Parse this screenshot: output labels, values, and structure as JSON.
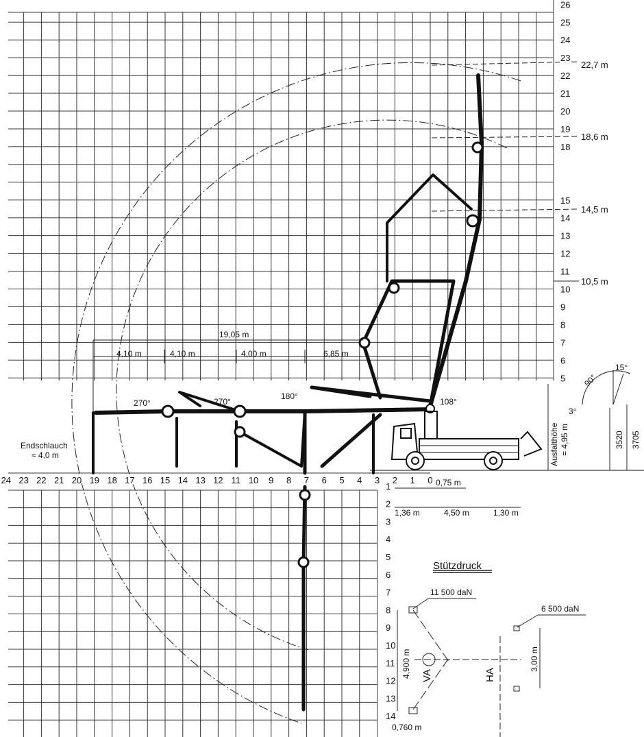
{
  "diagram": {
    "height_axis_labels": [
      "26",
      "25",
      "24",
      "23",
      "22",
      "21",
      "20",
      "19",
      "18",
      "15",
      "14",
      "13",
      "12",
      "11",
      "10",
      "9",
      "8",
      "7",
      "6",
      "5"
    ],
    "height_axis_values": [
      26,
      25,
      24,
      23,
      22,
      21,
      20,
      19,
      18,
      15,
      14,
      13,
      12,
      11,
      10,
      9,
      8,
      7,
      6,
      5
    ],
    "reach_axis_labels": [
      "24",
      "23",
      "22",
      "21",
      "20",
      "19",
      "18",
      "17",
      "16",
      "15",
      "14",
      "13",
      "12",
      "11",
      "10",
      "9",
      "8",
      "7",
      "6",
      "5",
      "4",
      "3",
      "2",
      "1",
      "0"
    ],
    "depth_axis_labels": [
      "1",
      "2",
      "3",
      "4",
      "5",
      "6",
      "7",
      "8",
      "9",
      "10",
      "11",
      "12",
      "13",
      "14"
    ],
    "height_markers": [
      "22,7 m",
      "18,6 m",
      "14,5 m",
      "10,5 m"
    ],
    "height_marker_values": [
      22.7,
      18.6,
      14.5,
      10.5
    ],
    "dimensions": {
      "total_reach": "19,05 m",
      "section1": "4,10 m",
      "section2": "4,10 m",
      "section3": "4,00 m",
      "section4": "6,85 m"
    },
    "angles": {
      "a1": "270°",
      "a2": "270°",
      "a3": "180°",
      "a4": "108°",
      "slew_90": "90°",
      "slew_15": "15°",
      "slew_3": "3°"
    },
    "end_hose": "Endschlauch\n≈ 4,0 m",
    "end_hose_line1": "Endschlauch",
    "end_hose_line2": "≈ 4,0 m",
    "truck": {
      "unfold_height": "Ausfalthöhe",
      "unfold_height_value": "= 4,95 m",
      "height_a": "3520",
      "height_b": "3705",
      "dim_075": "0,75 m",
      "dim_136": "1,36 m",
      "dim_450": "4,50 m",
      "dim_130": "1,30 m"
    },
    "outrigger": {
      "title": "Stützdruck",
      "front_load": "11 500 daN",
      "rear_load": "6 500 daN",
      "front_spread": "4,900 m",
      "rear_spread": "3,00 m",
      "offset": "0,760 m",
      "front_axle": "VA",
      "rear_axle": "HA"
    }
  }
}
